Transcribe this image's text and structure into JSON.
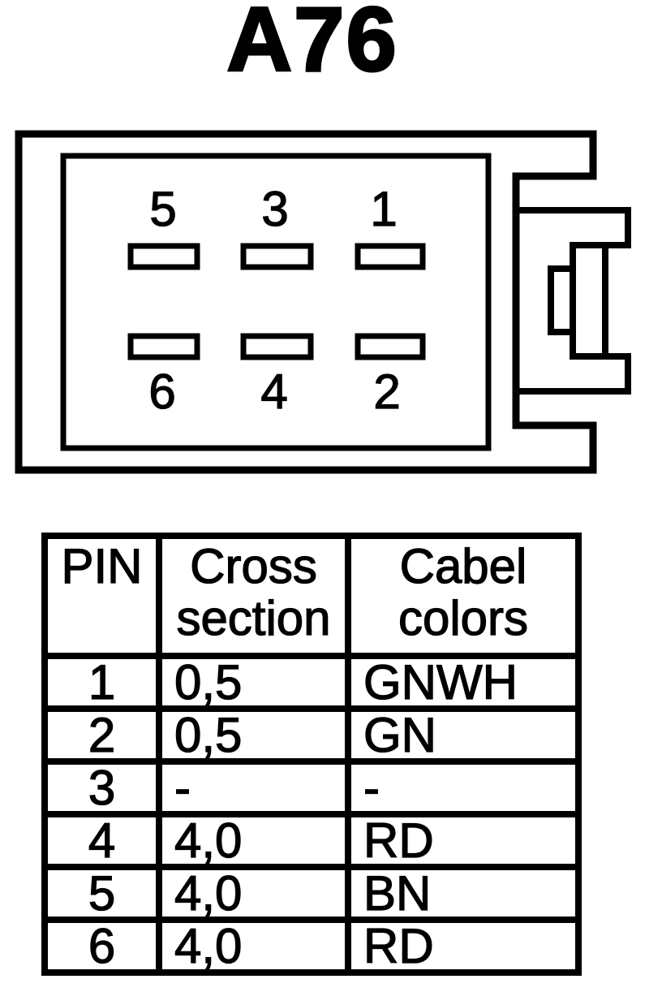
{
  "title": "A76",
  "colors": {
    "line": "#000000",
    "background": "#ffffff"
  },
  "connector": {
    "pins_top": [
      "5",
      "3",
      "1"
    ],
    "pins_bottom": [
      "6",
      "4",
      "2"
    ]
  },
  "table": {
    "headers": [
      "PIN",
      "Cross section",
      "Cabel colors"
    ],
    "rows": [
      {
        "pin": "1",
        "cross_section": "0,5",
        "cable_color": "GNWH"
      },
      {
        "pin": "2",
        "cross_section": "0,5",
        "cable_color": "GN"
      },
      {
        "pin": "3",
        "cross_section": "-",
        "cable_color": "-"
      },
      {
        "pin": "4",
        "cross_section": "4,0",
        "cable_color": "RD"
      },
      {
        "pin": "5",
        "cross_section": "4,0",
        "cable_color": "BN"
      },
      {
        "pin": "6",
        "cross_section": "4,0",
        "cable_color": "RD"
      }
    ]
  }
}
